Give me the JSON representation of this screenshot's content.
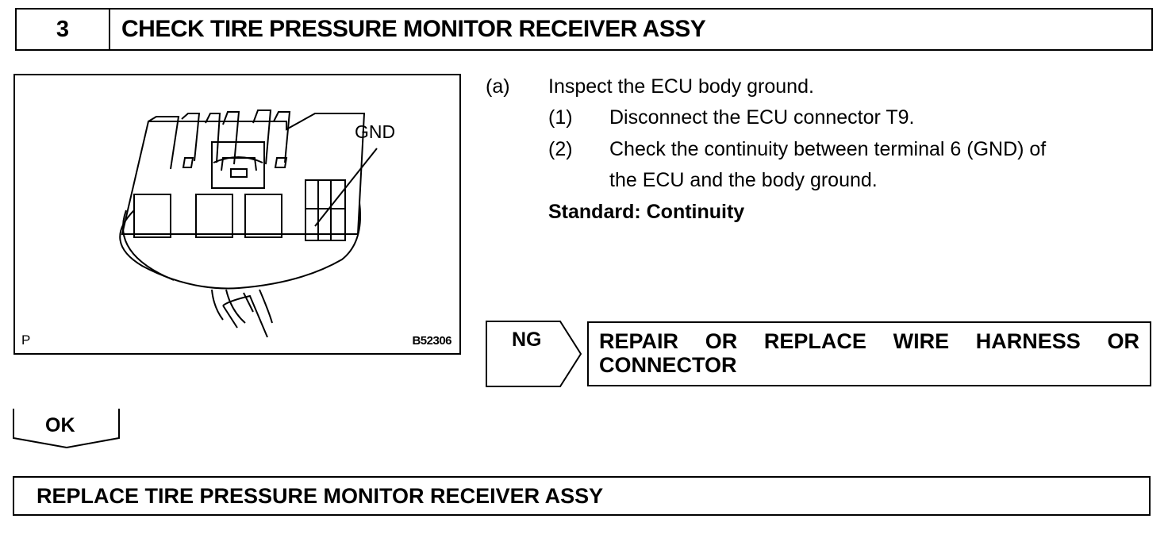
{
  "header": {
    "step_number": "3",
    "title": "CHECK TIRE PRESSURE MONITOR RECEIVER ASSY"
  },
  "figure": {
    "corner_label": "P",
    "figure_id": "B52306",
    "callout": "GND"
  },
  "instructions": {
    "a_marker": "(a)",
    "a_text": "Inspect the ECU body ground.",
    "step1_marker": "(1)",
    "step1_text": "Disconnect the ECU connector T9.",
    "step2_marker": "(2)",
    "step2_line1": "Check the continuity between terminal 6 (GND) of",
    "step2_line2": "the ECU and the body ground.",
    "standard": "Standard: Continuity"
  },
  "ng_branch": {
    "label": "NG",
    "result_words": [
      "REPAIR",
      "OR",
      "REPLACE",
      "WIRE",
      "HARNESS",
      "OR"
    ],
    "result_line2": "CONNECTOR"
  },
  "ok_branch": {
    "label": "OK"
  },
  "final_step": {
    "text": "REPLACE TIRE PRESSURE MONITOR RECEIVER ASSY"
  }
}
